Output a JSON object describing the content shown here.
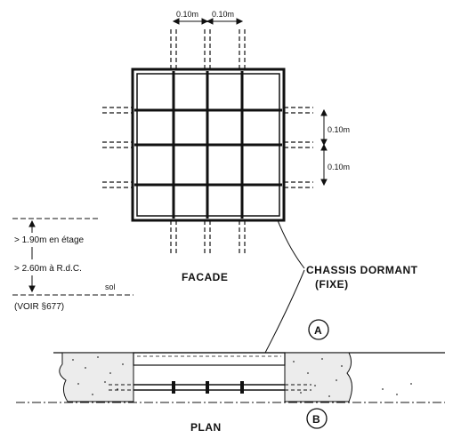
{
  "figure": {
    "dim_spacing_h1": "0.10m",
    "dim_spacing_h2": "0.10m",
    "dim_spacing_v1": "0.10m",
    "dim_spacing_v2": "0.10m",
    "height_upper_floor": "> 1.90m en étage",
    "height_ground_floor": "> 2.60m à R.d.C.",
    "ground_label": "sol",
    "reference_note": "(VOIR §677)",
    "facade_label": "FACADE",
    "frame_label_line1": "CHASSIS DORMANT",
    "frame_label_line2": "(FIXE)",
    "section_mark_a": "A",
    "section_mark_b": "B",
    "plan_label": "PLAN"
  }
}
